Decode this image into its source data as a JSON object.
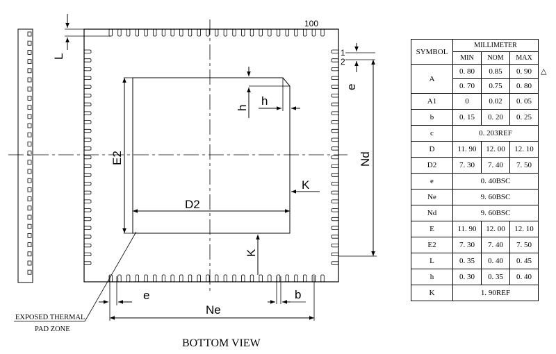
{
  "drawing": {
    "pin_label_100": "100",
    "pin_label_1": "1",
    "pin_label_2": "2",
    "labels": {
      "L": "L",
      "e_right": "e",
      "h_vertical": "h",
      "h_horizontal": "h",
      "E2": "E2",
      "Nd": "Nd",
      "K_right": "K",
      "D2": "D2",
      "K_bottom": "K",
      "e_bottom": "e",
      "b": "b",
      "Ne": "Ne"
    },
    "callout_line1": "EXPOSED THERMAL",
    "callout_line2": "PAD ZONE",
    "view_title": "BOTTOM VIEW"
  },
  "table": {
    "symbol_header": "SYMBOL",
    "unit_header": "MILLIMETER",
    "col_min": "MIN",
    "col_nom": "NOM",
    "col_max": "MAX",
    "delta_mark": "△",
    "rows": [
      {
        "symbol": "A",
        "min": "0. 80",
        "nom": "0.85",
        "max": "0. 90"
      },
      {
        "symbol": "",
        "min": "0. 70",
        "nom": "0.75",
        "max": "0. 80"
      },
      {
        "symbol": "A1",
        "min": "0",
        "nom": "0.02",
        "max": "0. 05"
      },
      {
        "symbol": "b",
        "min": "0. 15",
        "nom": "0. 20",
        "max": "0. 25"
      },
      {
        "symbol": "c",
        "span": "0. 203REF"
      },
      {
        "symbol": "D",
        "min": "11. 90",
        "nom": "12. 00",
        "max": "12. 10"
      },
      {
        "symbol": "D2",
        "min": "7. 30",
        "nom": "7. 40",
        "max": "7. 50"
      },
      {
        "symbol": "e",
        "span": "0. 40BSC"
      },
      {
        "symbol": "Ne",
        "span": "9. 60BSC"
      },
      {
        "symbol": "Nd",
        "span": "9. 60BSC"
      },
      {
        "symbol": "E",
        "min": "11. 90",
        "nom": "12. 00",
        "max": "12. 10"
      },
      {
        "symbol": "E2",
        "min": "7. 30",
        "nom": "7. 40",
        "max": "7. 50"
      },
      {
        "symbol": "L",
        "min": "0. 35",
        "nom": "0. 40",
        "max": "0. 45"
      },
      {
        "symbol": "h",
        "min": "0. 30",
        "nom": "0. 35",
        "max": "0. 40"
      },
      {
        "symbol": "K",
        "span": "1. 90REF"
      }
    ]
  }
}
